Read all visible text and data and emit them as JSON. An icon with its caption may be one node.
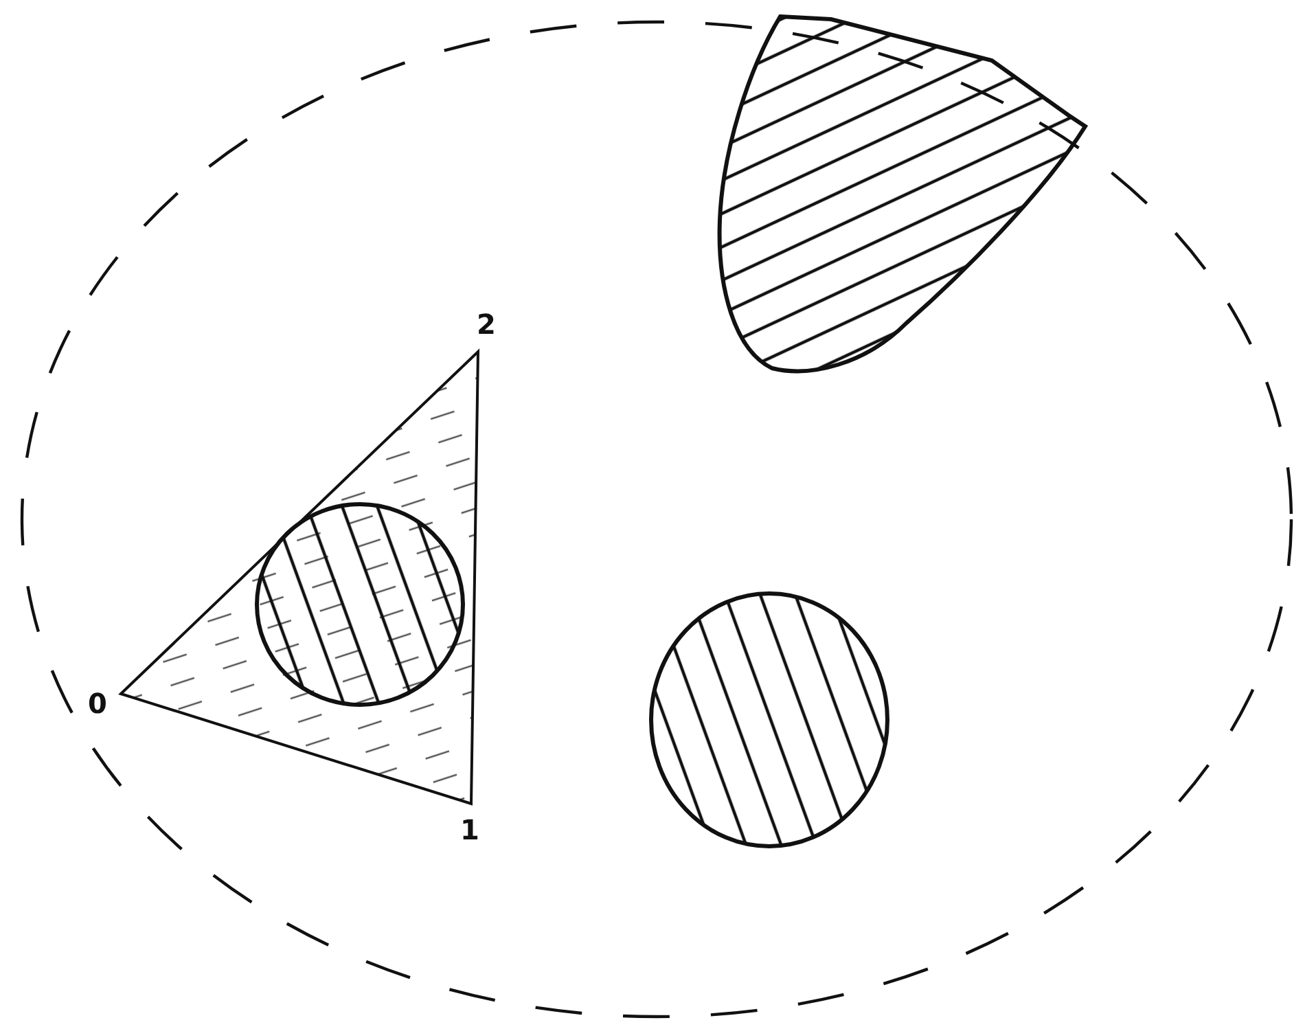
{
  "diagram": {
    "labels": [
      "2",
      "0",
      "1"
    ]
  }
}
